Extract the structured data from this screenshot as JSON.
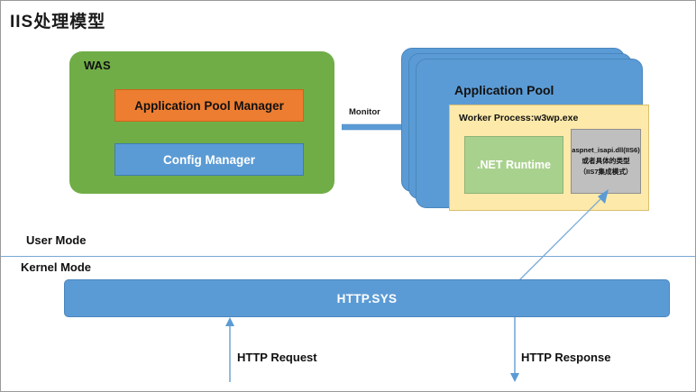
{
  "diagram": {
    "title": "IIS处理模型",
    "was": {
      "label": "WAS",
      "color": "#70AD47",
      "components": [
        {
          "label": "Application Pool Manager",
          "color": "#ED7D31"
        },
        {
          "label": "Config Manager",
          "color": "#5B9BD5"
        }
      ]
    },
    "monitor_arrow": {
      "label": "Monitor",
      "color": "#5B9BD5"
    },
    "application_pool": {
      "label": "Application Pool",
      "color": "#5B9BD5",
      "stack_count": 3,
      "worker_process": {
        "label": "Worker Process:w3wp.exe",
        "color": "#FDE9A9",
        "components": [
          {
            "label": ".NET Runtime",
            "color": "#A9D18E"
          }
        ],
        "isapi": {
          "color": "#BFBFBF",
          "line1": "aspnet_isapi.dll(IIS6)",
          "line2": "或者具体的类型",
          "line3": "（IIS7集成模式）"
        }
      }
    },
    "modes": {
      "user_mode": "User Mode",
      "kernel_mode": "Kernel Mode",
      "divider_color": "#7aa9d6"
    },
    "httpsys": {
      "label": "HTTP.SYS",
      "color": "#5B9BD5"
    },
    "flows": [
      {
        "label": "HTTP Request",
        "direction": "up"
      },
      {
        "label": "HTTP Response",
        "direction": "down"
      }
    ]
  }
}
